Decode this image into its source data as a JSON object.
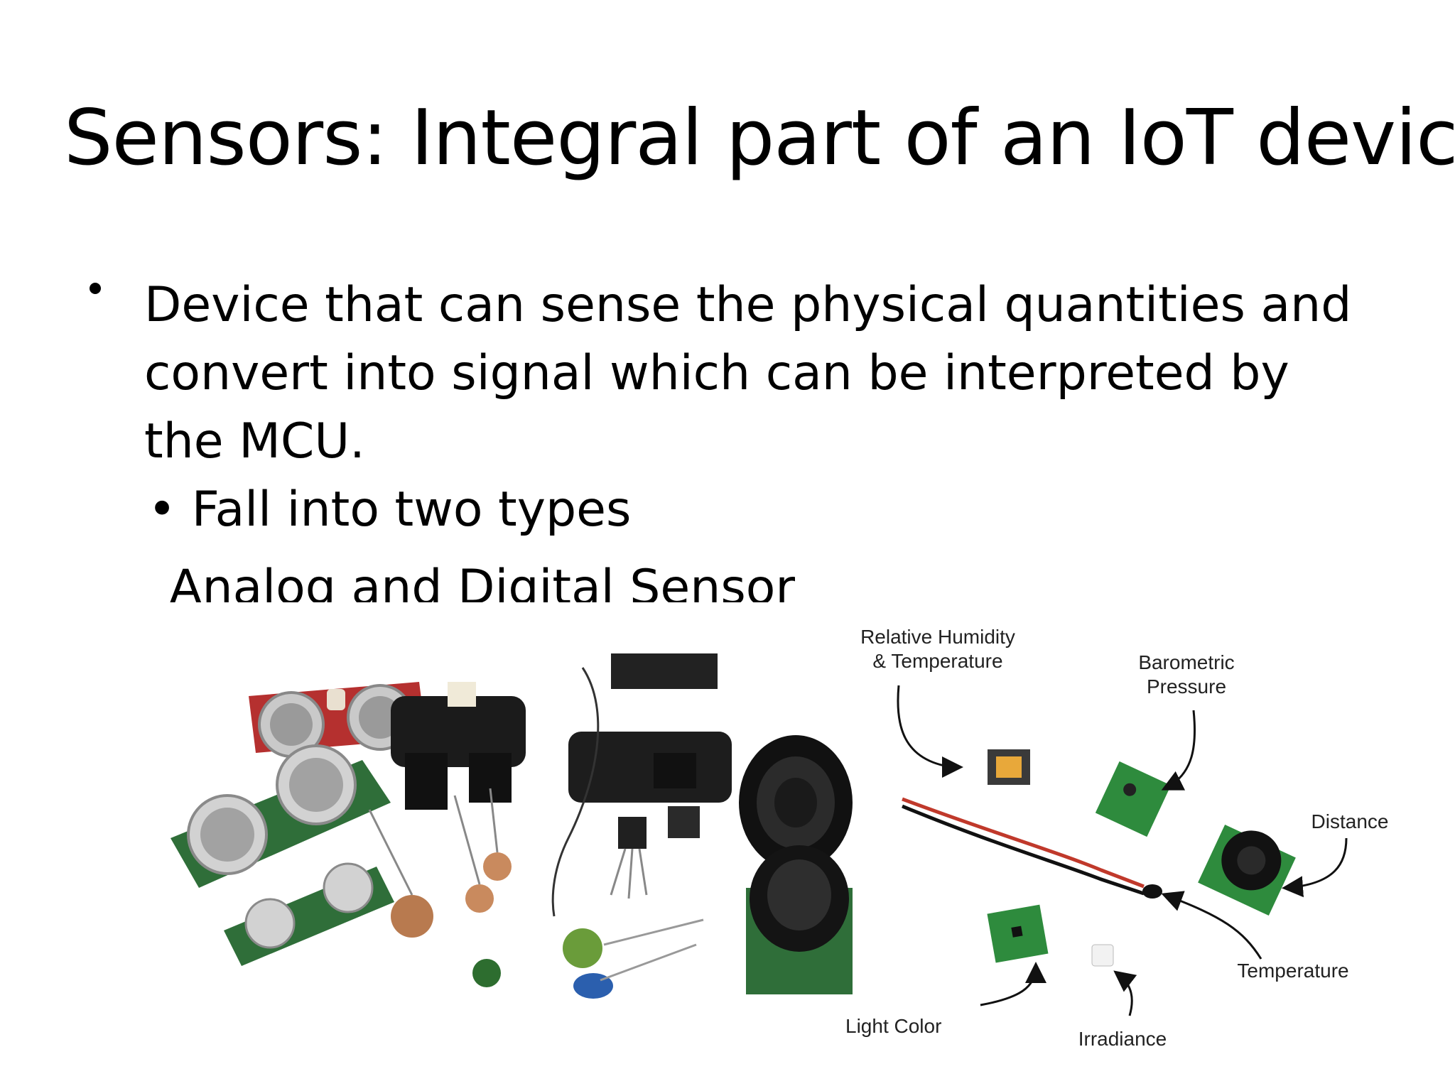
{
  "slide": {
    "title": "Sensors: Integral part of an IoT device",
    "bullet_main": "Device that can sense the physical quantities and convert into signal which can be interpreted by the MCU.",
    "sub_bullet": "• Fall into two types",
    "sub_text": "Analog and Digital Sensor"
  },
  "diagram": {
    "labels": {
      "humidity": "Relative Humidity\n& Temperature",
      "pressure": "Barometric\nPressure",
      "distance": "Distance",
      "temperature": "Temperature",
      "light_color": "Light Color",
      "irradiance": "Irradiance"
    }
  }
}
